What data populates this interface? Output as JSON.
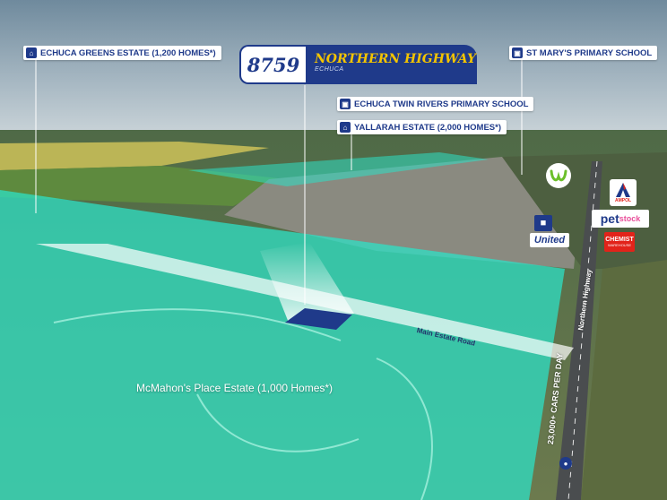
{
  "header": {
    "street_number": "8759",
    "street_name": "NORTHERN HIGHWAY",
    "suburb": "ECHUCA"
  },
  "callouts": {
    "echuca_greens": "ECHUCA GREENS ESTATE (1,200 HOMES*)",
    "st_marys": "ST MARY'S PRIMARY SCHOOL",
    "twin_rivers": "ECHUCA TWIN RIVERS PRIMARY SCHOOL",
    "yallarah": "YALLARAH ESTATE (2,000 HOMES*)"
  },
  "labels": {
    "estate": "McMahon's Place Estate (1,000 Homes*)",
    "main_road": "Main Estate Road",
    "highway": "Northern Highway",
    "traffic": "23,000+ CARS PER DAY"
  },
  "brands": {
    "united": "United",
    "petstock_pet": "pet",
    "petstock_stock": "stock",
    "chemist": "CHEMIST",
    "chemist_sub": "WAREHOUSE",
    "ampol": "AMPOL"
  },
  "colors": {
    "accent_blue": "#1f3a8a",
    "accent_yellow": "#f3c400",
    "overlay_teal": "#2de0c5"
  }
}
